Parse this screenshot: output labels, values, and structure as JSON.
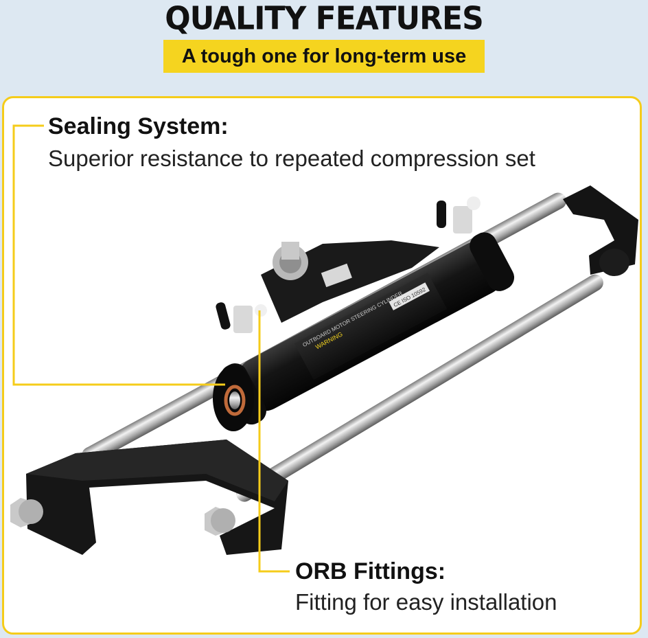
{
  "header": {
    "title": "QUALITY FEATURES",
    "tagline": "A tough one for long-term use"
  },
  "callouts": {
    "sealing": {
      "title": "Sealing System:",
      "description": "Superior resistance to repeated compression set"
    },
    "orb": {
      "title": "ORB Fittings:",
      "description": "Fitting for easy installation"
    }
  },
  "product": {
    "warning_label": "WARNING",
    "cylinder_label": "OUTBOARD MOTOR STEERING CYLINDER",
    "iso_mark": "CE ISO 10592"
  },
  "colors": {
    "accent": "#f5cc1a",
    "background": "#dde8f2",
    "text": "#111111"
  }
}
